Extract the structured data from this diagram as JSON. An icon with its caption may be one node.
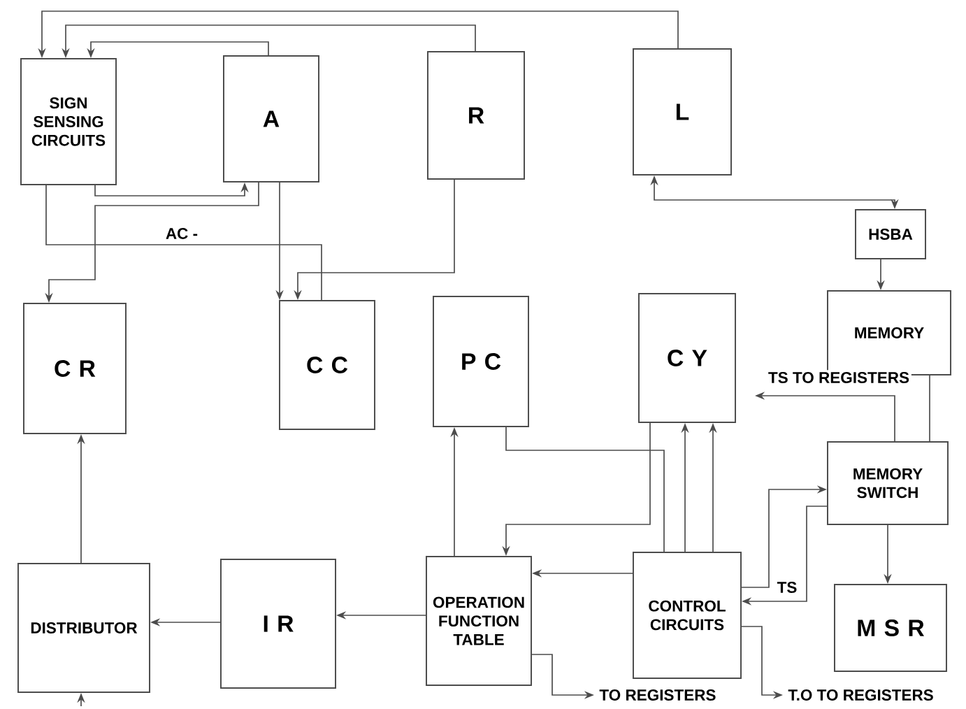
{
  "diagram": {
    "nodes": [
      {
        "text": [
          "SIGN SENSING CIRCUITS"
        ]
      },
      {
        "text": [
          "A"
        ]
      },
      {
        "text": [
          "R"
        ]
      },
      {
        "text": [
          "L"
        ]
      },
      {
        "text": [
          "HSBA"
        ]
      },
      {
        "text": [
          "C R"
        ]
      },
      {
        "text": [
          "C C"
        ]
      },
      {
        "text": [
          "P C"
        ]
      },
      {
        "text": [
          "C Y"
        ]
      },
      {
        "text": [
          "MEMORY"
        ]
      },
      {
        "text": [
          "MEMORY SWITCH"
        ]
      },
      {
        "text": [
          "DISTRIBUTOR"
        ]
      },
      {
        "text": [
          "I R"
        ]
      },
      {
        "text": [
          "OPERATION FUNCTION TABLE"
        ]
      },
      {
        "text": [
          "CONTROL CIRCUITS"
        ]
      },
      {
        "text": [
          "M S R"
        ]
      }
    ],
    "edges": [
      {
        "from": 3,
        "to": 0,
        "arrow": "to"
      },
      {
        "from": 2,
        "to": 0,
        "arrow": "to"
      },
      {
        "from": 1,
        "to": 0,
        "arrow": "to"
      },
      {
        "from": 0,
        "to": 1,
        "arrow": "to"
      },
      {
        "from": 0,
        "to": 6,
        "arrow": "none",
        "label": "AC -"
      },
      {
        "from": 1,
        "to": 6,
        "arrow": "to"
      },
      {
        "from": 1,
        "to": 5,
        "arrow": "to"
      },
      {
        "from": 2,
        "to": 6,
        "arrow": "to"
      },
      {
        "from": 3,
        "to": 4,
        "arrow": "both"
      },
      {
        "from": 4,
        "to": 9,
        "arrow": "to"
      },
      {
        "from": 9,
        "to": 10,
        "arrow": "none"
      },
      {
        "from": 10,
        "to": null,
        "arrow": "to",
        "label": "TS TO REGISTERS"
      },
      {
        "from": 10,
        "to": 15,
        "arrow": "to"
      },
      {
        "from": 14,
        "to": 10,
        "arrow": "to"
      },
      {
        "from": 10,
        "to": 14,
        "arrow": "to",
        "label": "TS"
      },
      {
        "from": 14,
        "to": 8,
        "arrow": "to"
      },
      {
        "from": 14,
        "to": 8,
        "arrow": "to"
      },
      {
        "from": 7,
        "to": 14,
        "arrow": "none"
      },
      {
        "from": 8,
        "to": 13,
        "arrow": "to"
      },
      {
        "from": 13,
        "to": 7,
        "arrow": "to"
      },
      {
        "from": 14,
        "to": 13,
        "arrow": "to"
      },
      {
        "from": 13,
        "to": 12,
        "arrow": "to"
      },
      {
        "from": 12,
        "to": 11,
        "arrow": "to"
      },
      {
        "from": 11,
        "to": 5,
        "arrow": "to"
      },
      {
        "from": null,
        "to": 11,
        "arrow": "to"
      },
      {
        "from": 13,
        "to": null,
        "arrow": "to",
        "label": "TO REGISTERS"
      },
      {
        "from": 14,
        "to": null,
        "arrow": "to",
        "label": "T.O TO REGISTERS"
      }
    ]
  }
}
